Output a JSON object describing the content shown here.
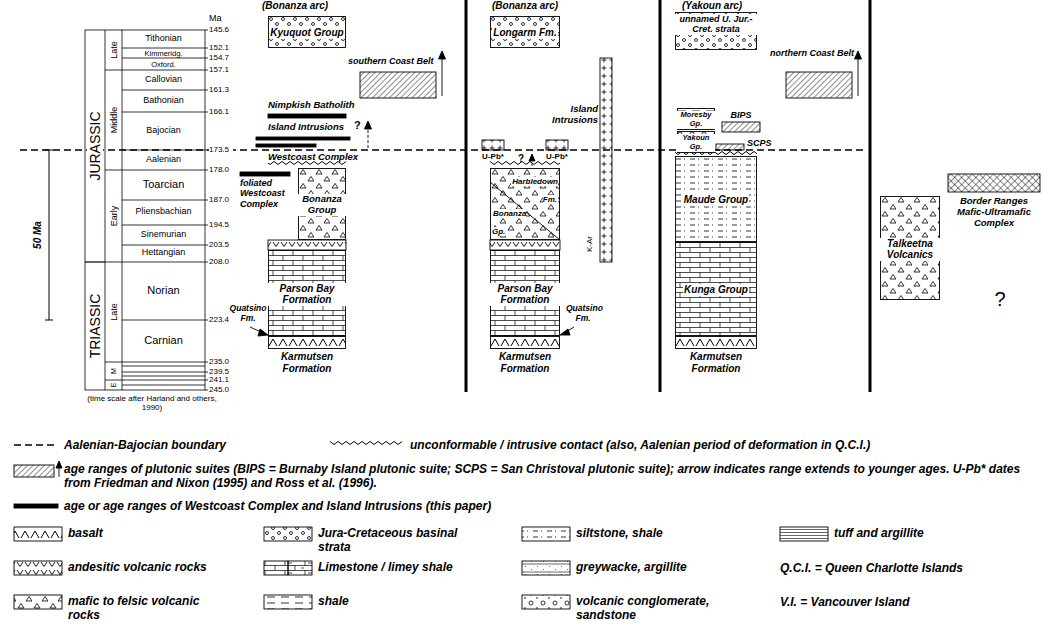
{
  "diagram": {
    "nodes": [
      {
        "text": [
          "Kyuquot Group"
        ]
      },
      {
        "text": [
          "Bonanza Group"
        ]
      },
      {
        "text": [
          "Parson Bay Formation"
        ]
      },
      {
        "text": [
          "Karmutsen Formation"
        ]
      },
      {
        "text": [
          "Longarm Fm."
        ]
      },
      {
        "text": [
          "Harbledown Fm.",
          "Bonanza Gp."
        ]
      },
      {
        "text": [
          "Parson Bay Formation"
        ]
      },
      {
        "text": [
          "Karmutsen Formation"
        ]
      },
      {
        "text": [
          "unnamed U. Jur.- Cret. strata"
        ]
      },
      {
        "text": [
          "Moresby Gp."
        ]
      },
      {
        "text": [
          "Yakoun Gp."
        ]
      },
      {
        "text": [
          "Maude Group"
        ]
      },
      {
        "text": [
          "Kunga Group"
        ]
      },
      {
        "text": [
          "Karmutsen Formation"
        ]
      },
      {
        "text": [
          "Talkeetna Volcanics"
        ]
      }
    ],
    "labels": [
      "(Bonanza arc)",
      "(Bonanza arc)",
      "(Yakoun arc)",
      "Ma",
      "145.6",
      "152.1",
      "154.7",
      "157.1",
      "161.3",
      "166.1",
      "173.5",
      "178.0",
      "187.0",
      "194.5",
      "203.5",
      "208.0",
      "223.4",
      "235.0",
      "239.5",
      "241.1",
      "245.0",
      "Tithonian",
      "Kimmeridg.",
      "Oxford.",
      "Callovian",
      "Bathonian",
      "Bajocian",
      "Aalenian",
      "Toarcian",
      "Pliensbachian",
      "Sinemurian",
      "Hettangian",
      "Norian",
      "Carnian",
      "Late",
      "Middle",
      "Early",
      "Late",
      "M",
      "E",
      "JURASSIC",
      "TRIASSIC",
      "50 Ma",
      "(time scale after Harland and others, 1990)",
      "southern Coast Belt",
      "Nimpkish Batholith",
      "Island Intrusions",
      "Westcoast Complex",
      "?",
      "foliated Westcoast Complex",
      "Quatsino Fm.",
      "Island Intrusions",
      "U-Pb*",
      "U-Pb*",
      "?",
      "K-Ar",
      "Quatsino Fm.",
      "BIPS",
      "SCPS",
      "northern Coast Belt",
      "Border Ranges Mafic-Ultramafic Complex",
      "?",
      "Q.C.I. = Queen Charlotte Islands",
      "V.I. = Vancouver Island"
    ],
    "legend": [
      {
        "text": "Aalenian-Bajocian boundary"
      },
      {
        "text": "unconformable / intrusive contact (also, Aalenian period of deformation in Q.C.I.)"
      },
      {
        "text": "age ranges of plutonic suites (BIPS = Burnaby Island plutonic suite; SCPS = San Christoval plutonic suite); arrow indicates range extends to younger ages. U-Pb* dates from Friedman and Nixon (1995) and Ross et al. (1996)."
      },
      {
        "text": "age or age ranges of Westcoast Complex and Island Intrusions (this paper)"
      },
      {
        "text": "basalt"
      },
      {
        "text": "Jura-Cretaceous basinal strata"
      },
      {
        "text": "siltstone, shale"
      },
      {
        "text": "tuff and argillite"
      },
      {
        "text": "andesitic volcanic rocks"
      },
      {
        "text": "Limestone / limey shale"
      },
      {
        "text": "greywacke, argillite"
      },
      {
        "text": "mafic to felsic volcanic rocks"
      },
      {
        "text": "shale"
      },
      {
        "text": "volcanic conglomerate, sandstone"
      }
    ]
  }
}
